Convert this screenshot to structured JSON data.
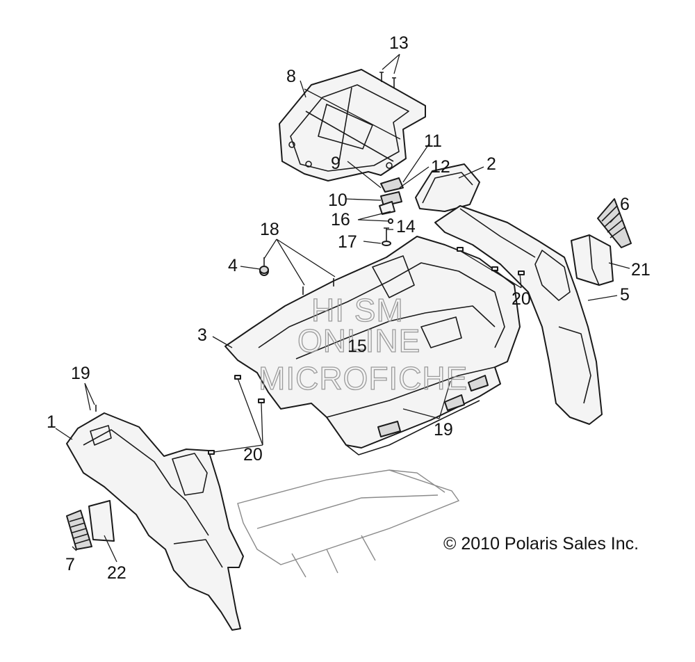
{
  "callouts": [
    "1",
    "2",
    "3",
    "4",
    "5",
    "6",
    "7",
    "8",
    "9",
    "10",
    "11",
    "12",
    "13",
    "14",
    "15",
    "16",
    "17",
    "18",
    "19",
    "19",
    "20",
    "20",
    "21",
    "22"
  ],
  "watermark": {
    "line1": "HI SM",
    "line2": "ONLINE",
    "line3": "MICROFICHE"
  },
  "copyright": "© 2010 Polaris Sales Inc."
}
